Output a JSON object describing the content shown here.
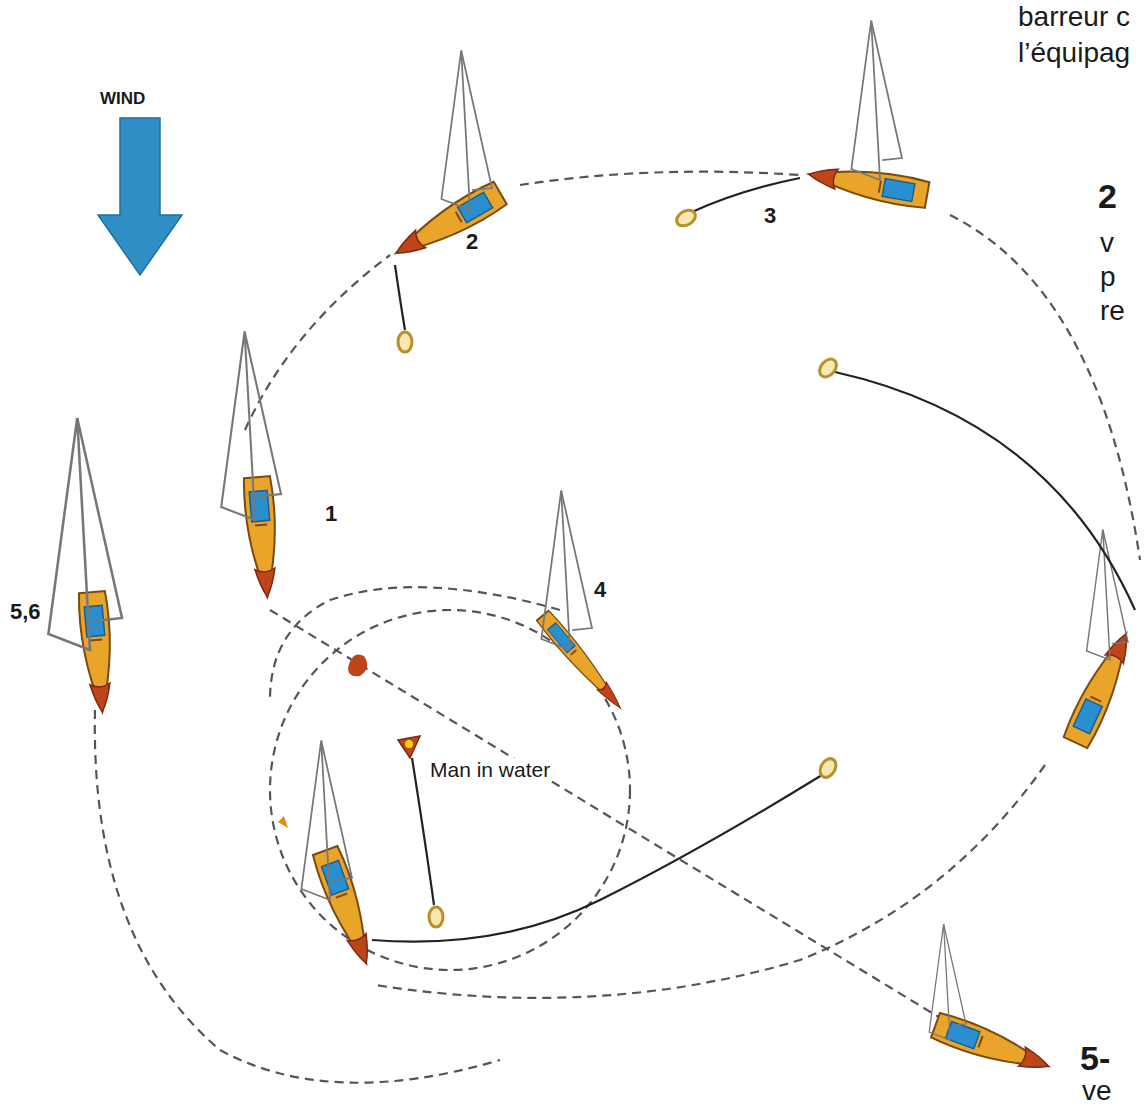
{
  "diagram": {
    "labels": [
      "barreur c",
      "l’équipag",
      "WIND",
      "2",
      "3",
      "2",
      "v",
      "p",
      "re",
      "1",
      "5,6",
      "4",
      "Man in water",
      "5-",
      "ve"
    ]
  }
}
